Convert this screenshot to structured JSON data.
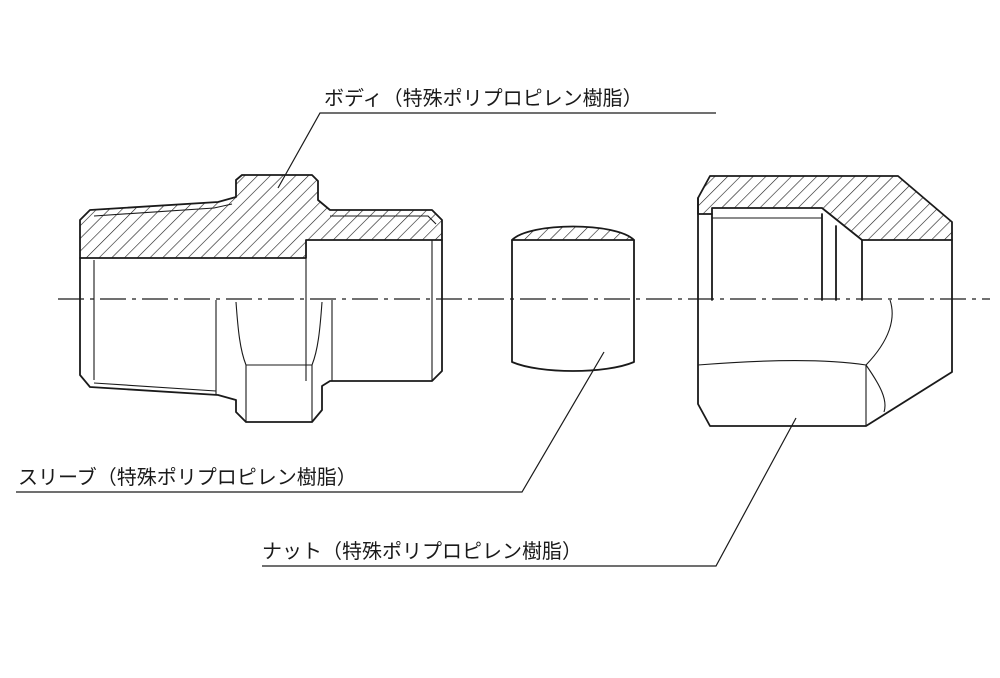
{
  "labels": {
    "body": "ボディ（特殊ポリプロピレン樹脂）",
    "sleeve": "スリーブ（特殊ポリプロピレン樹脂）",
    "nut": "ナット（特殊ポリプロピレン樹脂）"
  },
  "colors": {
    "line": "#1a1a1a",
    "background": "#ffffff"
  }
}
